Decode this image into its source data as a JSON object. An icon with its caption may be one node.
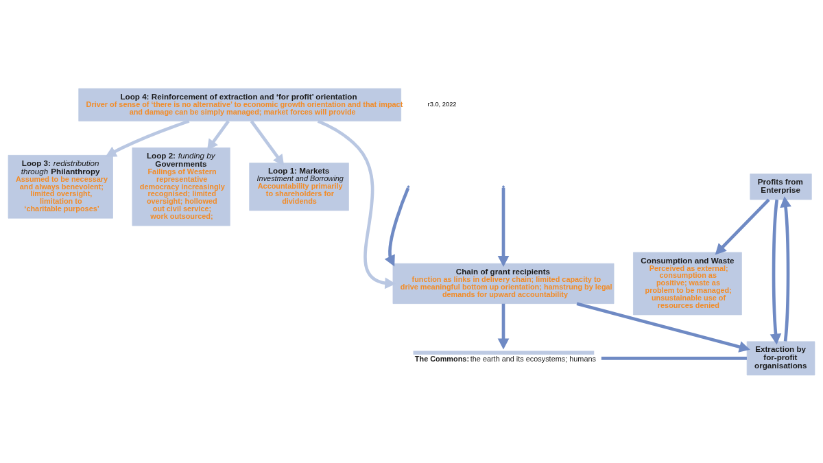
{
  "diagram": {
    "nodes": [
      {
        "text": [
          "Loop 4: Reinforcement of extraction and ‘for profit’ orientation",
          "Driver of sense of ‘there is no alternative’ to economic growth orientation and that impact and damage can be simply managed; market forces will provide"
        ]
      },
      {
        "text": [
          "Loop 3: *redistribution through* Philanthropy",
          "Assumed to be necessary and always benevolent; limited oversight, limitation to ‘charitable purposes’"
        ]
      },
      {
        "text": [
          "Loop 2: *funding by* Governments",
          "Failings of Western representative democracy increasingly recognised; limited oversight; hollowed out civil service; work outsourced;"
        ]
      },
      {
        "text": [
          "Loop 1: Markets",
          "Investment and Borrowing",
          "Accountability primarily to shareholders for dividends"
        ]
      },
      {
        "text": [
          "Profits from Enterprise"
        ]
      },
      {
        "text": [
          "Consumption and Waste",
          "Perceived as external; consumption as positive; waste as problem to be managed; unsustainable use of resources denied"
        ]
      },
      {
        "text": [
          "Chain of grant recipients",
          "function as links in delivery chain; limited capacity to drive meaningful bottom up orientation; hamstrung by legal demands for upward accountability"
        ]
      },
      {
        "text": [
          "Extraction by for-profit organisations"
        ]
      },
      {
        "text": [
          "**The Commons:** the earth and its ecosystems; humans"
        ]
      }
    ],
    "edges": [
      {
        "from": 0,
        "to": 6,
        "arrow": "to",
        "color": "#b9c7e2"
      },
      {
        "from": 0,
        "to": 1,
        "arrow": "to",
        "color": "#b9c7e2"
      },
      {
        "from": 0,
        "to": 2,
        "arrow": "to",
        "color": "#b9c7e2"
      },
      {
        "from": 0,
        "to": 3,
        "arrow": "to",
        "color": "#b9c7e2"
      },
      {
        "from": null,
        "to": 6,
        "arrow": "to"
      },
      {
        "from": null,
        "to": 6,
        "arrow": "to"
      },
      {
        "from": 4,
        "to": 7,
        "arrow": "to"
      },
      {
        "from": 7,
        "to": 4,
        "arrow": "to"
      },
      {
        "from": 4,
        "to": 5,
        "arrow": "to"
      },
      {
        "from": 6,
        "to": 8,
        "arrow": "to"
      },
      {
        "from": 6,
        "to": 7,
        "arrow": "to"
      },
      {
        "from": 8,
        "to": 7,
        "arrow": "none"
      }
    ],
    "labels": [
      "r3.0, 2022"
    ]
  }
}
